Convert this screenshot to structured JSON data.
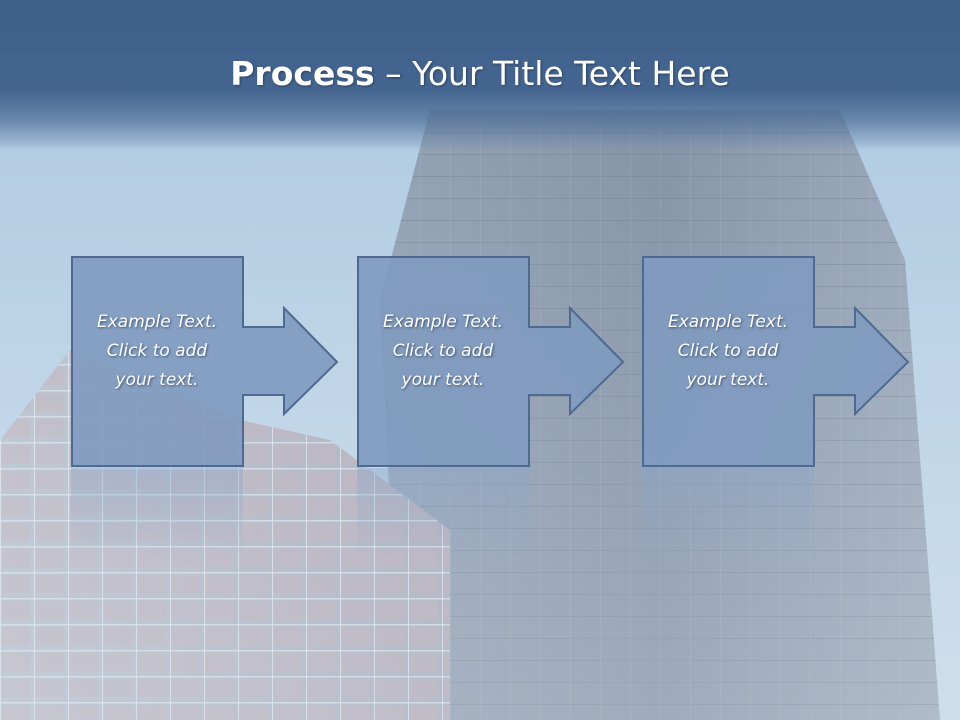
{
  "slide": {
    "title_bold": "Process",
    "title_rest": " – Your Title Text Here"
  },
  "steps": [
    {
      "text": "Example Text.\nClick  to add\nyour text."
    },
    {
      "text": "Example Text.\nClick  to add\nyour text."
    },
    {
      "text": "Example Text.\nClick  to add\nyour text."
    }
  ],
  "colors": {
    "title_band": "#3e5f8a",
    "step_fill": "#7f9abf",
    "step_stroke": "#4f6a90",
    "sky": "#b9d3e6"
  }
}
